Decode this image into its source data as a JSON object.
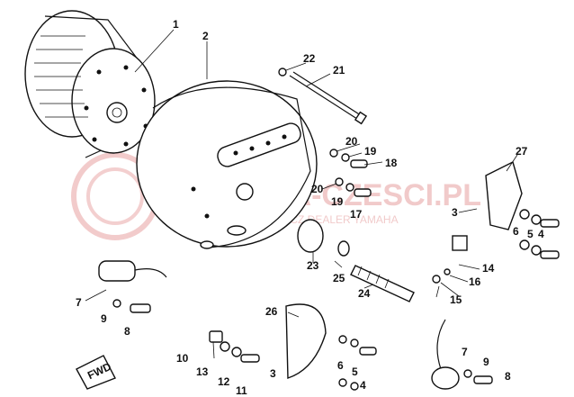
{
  "watermark": {
    "text": "YAMAHA-CZESCI.PL",
    "subtext": "WOJCIECH BOROWICZ DEALER YAMAHA",
    "color": "#e06060"
  },
  "fwd_label": "FWD",
  "callouts": [
    "1",
    "2",
    "3",
    "3",
    "4",
    "4",
    "5",
    "5",
    "6",
    "6",
    "7",
    "7",
    "8",
    "8",
    "9",
    "9",
    "10",
    "11",
    "12",
    "13",
    "14",
    "15",
    "16",
    "17",
    "18",
    "19",
    "19",
    "20",
    "20",
    "21",
    "22",
    "23",
    "24",
    "25",
    "26",
    "27"
  ]
}
